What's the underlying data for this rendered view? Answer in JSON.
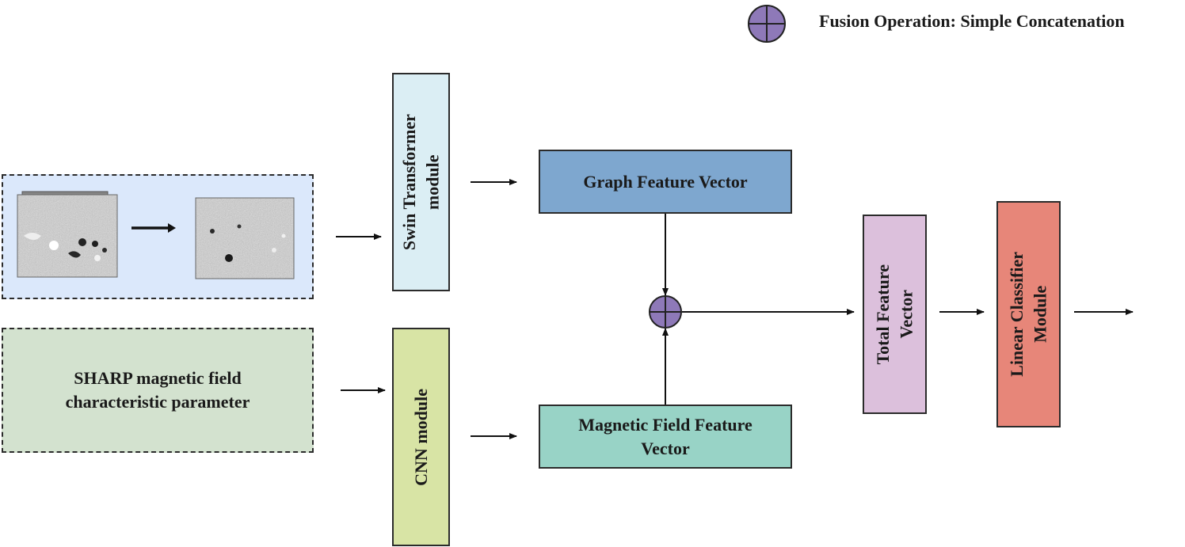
{
  "legend": {
    "symbol": "circle-plus",
    "text": "Fusion Operation: Simple Concatenation"
  },
  "inputs": {
    "image_input": {
      "description_icon": "magnetogram-image-stack"
    },
    "sharp_input": {
      "label_line1": "SHARP magnetic field",
      "label_line2": "characteristic parameter"
    }
  },
  "modules": {
    "swin": {
      "label_line1": "Swin Transformer",
      "label_line2": "module"
    },
    "cnn": {
      "label": "CNN module"
    },
    "graph_vector": {
      "label": "Graph Feature Vector"
    },
    "magnetic_vector": {
      "label_line1": "Magnetic Field Feature",
      "label_line2": "Vector"
    },
    "total_vector": {
      "label_line1": "Total Feature",
      "label_line2": "Vector"
    },
    "classifier": {
      "label_line1": "Linear Classifier",
      "label_line2": "Module"
    }
  },
  "colors": {
    "image_panel": "#dbe8fb",
    "sharp_panel": "#d3e2cf",
    "swin": "#dbeef4",
    "cnn": "#d8e4a5",
    "graph_vector": "#7ea7cf",
    "magnetic_vector": "#98d3c6",
    "total_vector": "#dcc0dc",
    "classifier": "#e78679",
    "fusion": "#8e79b8"
  }
}
